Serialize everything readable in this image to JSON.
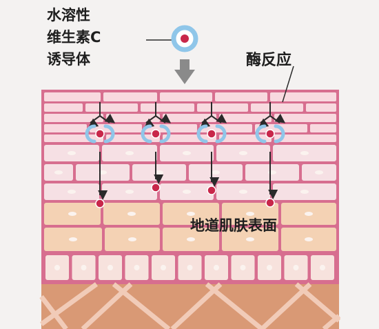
{
  "labels": {
    "vitamin_line1": "水溶性",
    "vitamin_line2": "维生素C",
    "vitamin_line3": "诱导体",
    "enzyme": "酶反应",
    "skin_surface": "地道肌肤表面"
  },
  "colors": {
    "background": "#f4f2f1",
    "skin_border": "#d76e8f",
    "upper_cells": "#f8d9df",
    "mid_cells": "#f6e0e4",
    "lower_cells": "#f4d2b4",
    "base_cells": "#f7e2dd",
    "dermis": "#d99975",
    "dermis_lines": "#f1cbb8",
    "nucleus": "#fbf3ef",
    "dot": "#c8274a",
    "halo": "#8fc6e9",
    "arrow": "#2a2a2a",
    "gray_arrow": "#8a8a8a"
  },
  "icons": [
    "vitamin-molecule-icon",
    "down-arrow-icon",
    "enzyme-arc-icon"
  ]
}
